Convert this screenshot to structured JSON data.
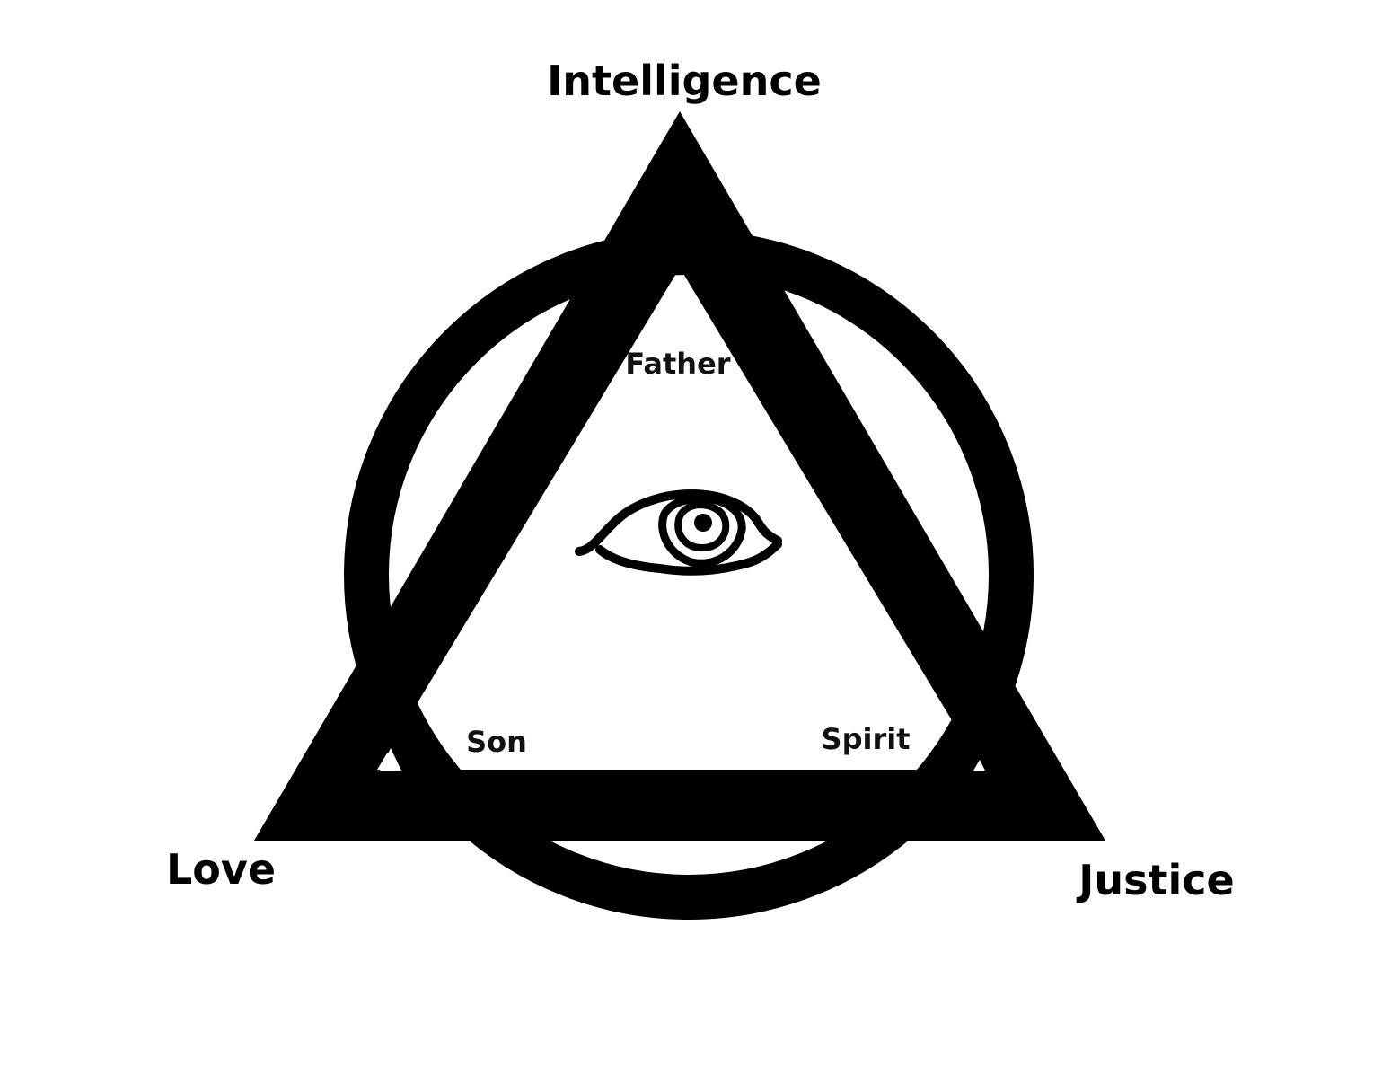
{
  "labels": {
    "top_vertex": "Intelligence",
    "bottom_left_vertex": "Love",
    "bottom_right_vertex": "Justice",
    "inner_top": "Father",
    "inner_bottom_left": "Son",
    "inner_bottom_right": "Spirit"
  },
  "colors": {
    "ink": "#000000",
    "background": "#ffffff"
  },
  "icons": {
    "center": "eye-icon"
  }
}
